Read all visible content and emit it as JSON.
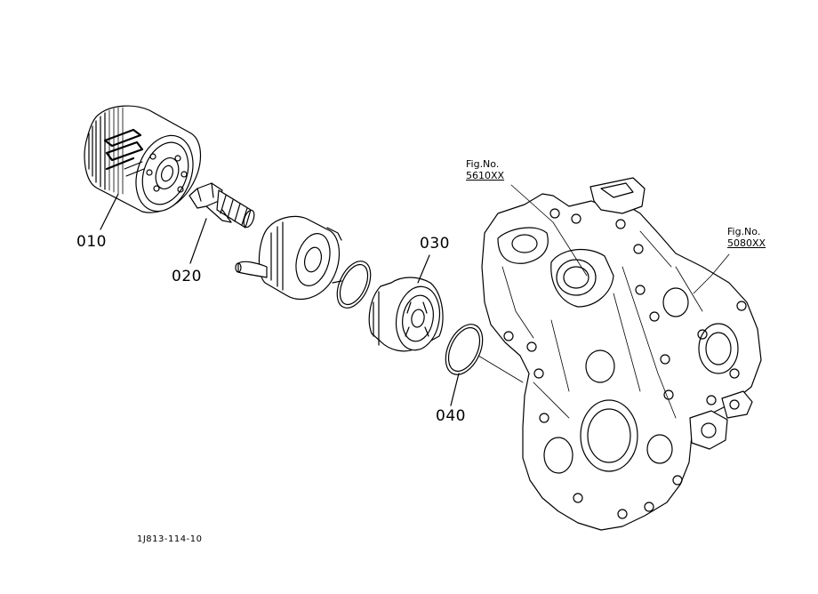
{
  "callouts": {
    "c010": "010",
    "c020": "020",
    "c030": "030",
    "c040": "040"
  },
  "figure_refs": [
    {
      "label": "Fig.No.",
      "number": "5610XX"
    },
    {
      "label": "Fig.No.",
      "number": "5080XX"
    }
  ],
  "drawing_number": "1J813-114-10",
  "colors": {
    "line": "#000000",
    "background": "#ffffff"
  }
}
